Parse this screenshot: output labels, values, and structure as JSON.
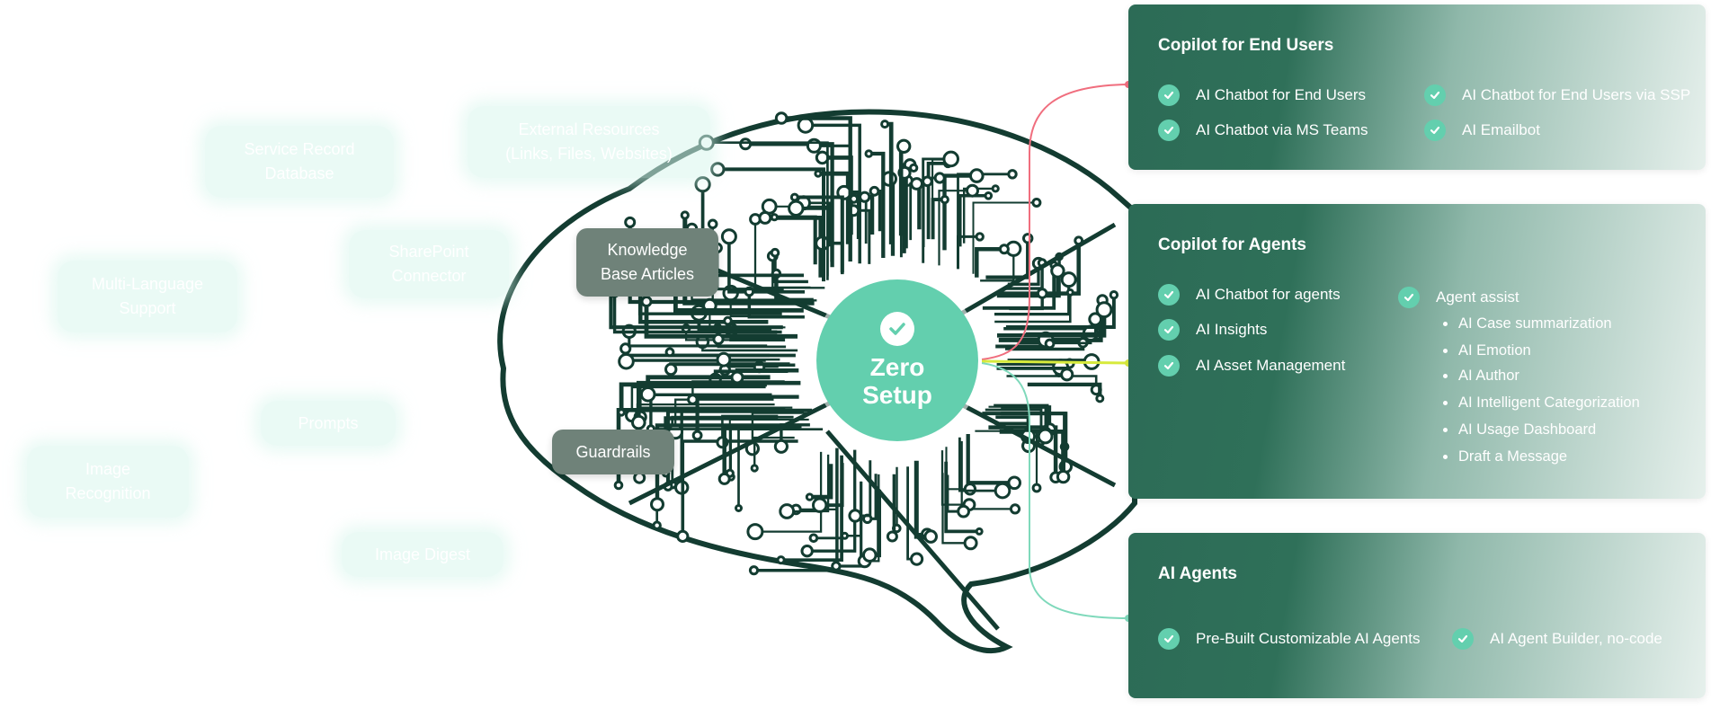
{
  "faded_nodes": [
    {
      "id": "service_record",
      "label": "Service Record\nDatabase"
    },
    {
      "id": "external",
      "label": "External Resources\n(Links, Files, Websites)"
    },
    {
      "id": "sharepoint",
      "label": "SharePoint\nConnector"
    },
    {
      "id": "multilang",
      "label": "Multi-Language\nSupport"
    },
    {
      "id": "prompts",
      "label": "Prompts"
    },
    {
      "id": "image_recognition",
      "label": "Image\nRecognition"
    },
    {
      "id": "image_digest",
      "label": "Image Digest"
    }
  ],
  "chips": {
    "knowledge": "Knowledge\nBase Articles",
    "guardrails": "Guardrails"
  },
  "center": {
    "label": "Zero\nSetup",
    "icon": "check-icon"
  },
  "panels": {
    "end_users": {
      "title": "Copilot for End Users",
      "items": [
        "AI Chatbot for End Users",
        "AI Chatbot via MS Teams",
        "AI Chatbot for End Users via SSP",
        "AI Emailbot"
      ]
    },
    "agents": {
      "title": "Copilot for Agents",
      "items": [
        "AI Chatbot for agents",
        "AI Insights",
        "AI Asset Management"
      ],
      "assist": {
        "label": "Agent assist",
        "sub": [
          "AI Case summarization",
          "AI Emotion",
          "AI Author",
          "AI Intelligent Categorization",
          "AI Usage Dashboard",
          "Draft a Message"
        ]
      }
    },
    "ai_agents": {
      "title": "AI Agents",
      "items": [
        "Pre-Built Customizable AI Agents",
        "AI Agent Builder, no-code"
      ]
    }
  },
  "colors": {
    "accent": "#63cfae",
    "circuit": "#133c31",
    "panel_dark": "#2c6b56",
    "line_red": "#f06e7e",
    "line_yellow": "#d7ea3c",
    "line_teal": "#7fd9bb"
  }
}
